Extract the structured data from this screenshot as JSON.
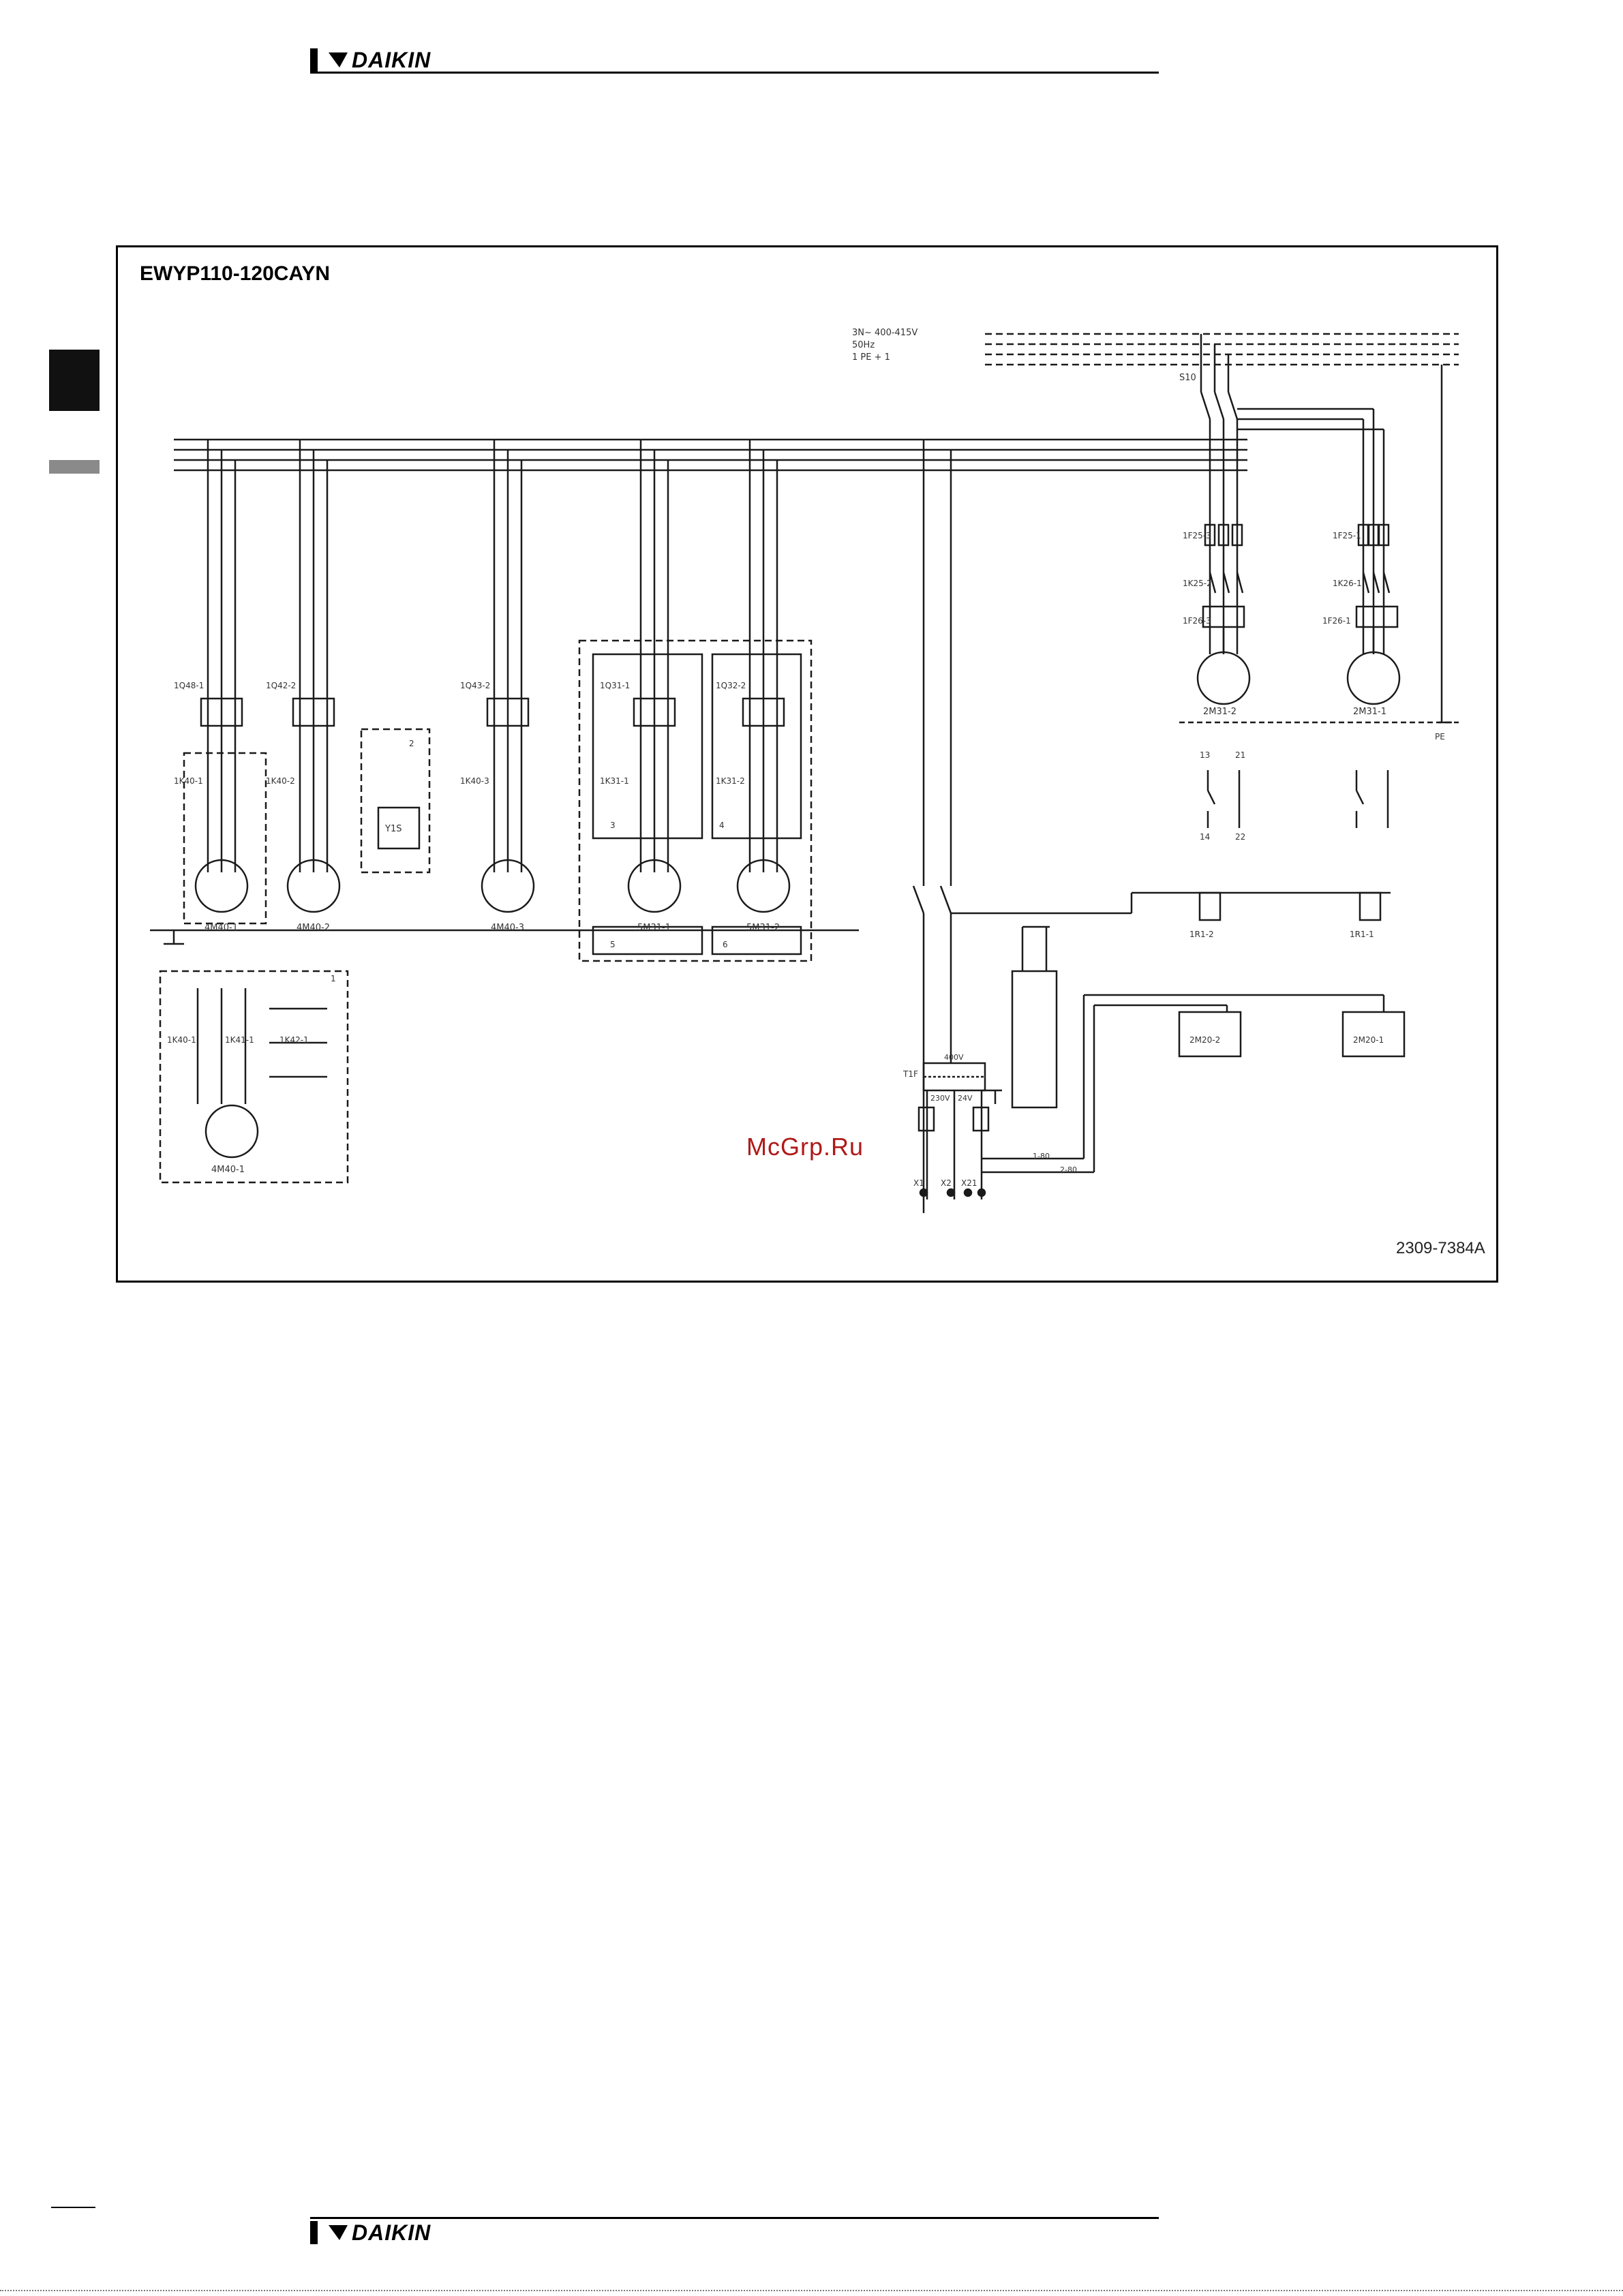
{
  "header": {
    "brand": "DAIKIN"
  },
  "footer": {
    "brand": "DAIKIN"
  },
  "diagram": {
    "model": "EWYP110-120CAYN",
    "drawing_number": "2309-7384A",
    "supply_note_line1": "3N~ 400-415V",
    "supply_note_line2": "50Hz",
    "supply_note_line3": "1 PE + 1",
    "main_switch": "S10",
    "compressors": {
      "left": "2M31-2",
      "right": "2M31-1"
    },
    "compressor_fuses": {
      "left": "1F25-3",
      "right": "1F25-1"
    },
    "compressor_contactors": {
      "left": "1K25-2",
      "right": "1K26-1"
    },
    "compressor_relays": {
      "left": "1F26-3",
      "right": "1F26-1"
    },
    "aux_contact_labels": {
      "c1": "13",
      "c2": "21",
      "c3": "14",
      "c4": "22"
    },
    "fan_motors": [
      "4M40-1",
      "4M40-2",
      "4M40-3",
      "5M31-1",
      "5M31-2"
    ],
    "fan_breakers": [
      "1Q48-1",
      "1Q42-2",
      "1Q43-2",
      "1Q31-1",
      "1Q32-2"
    ],
    "fan_contactors": [
      "1K40-1",
      "1K40-2",
      "1K40-3",
      "1K31-1",
      "1K31-2"
    ],
    "option_box": "Y1S",
    "option_markers": [
      "1",
      "2",
      "3",
      "4",
      "5",
      "6"
    ],
    "star_delta_motor": "4M40-1",
    "star_delta_contactors": [
      "1K40-1",
      "1K41-1",
      "1K42-1"
    ],
    "control_devices": {
      "heater_a": "1R1-2",
      "heater_b": "1R1-1",
      "valve_a": "2M20-2",
      "valve_b": "2M20-1"
    },
    "transformer": {
      "label": "T1F",
      "primary": "400V",
      "sec_a": "230V",
      "sec_b": "24V"
    },
    "terminals": [
      "X1",
      "X2",
      "X21"
    ],
    "wire_labels": {
      "w1": "1-80",
      "w2": "2-80"
    },
    "pe_label": "PE"
  },
  "watermark": "McGrp.Ru"
}
